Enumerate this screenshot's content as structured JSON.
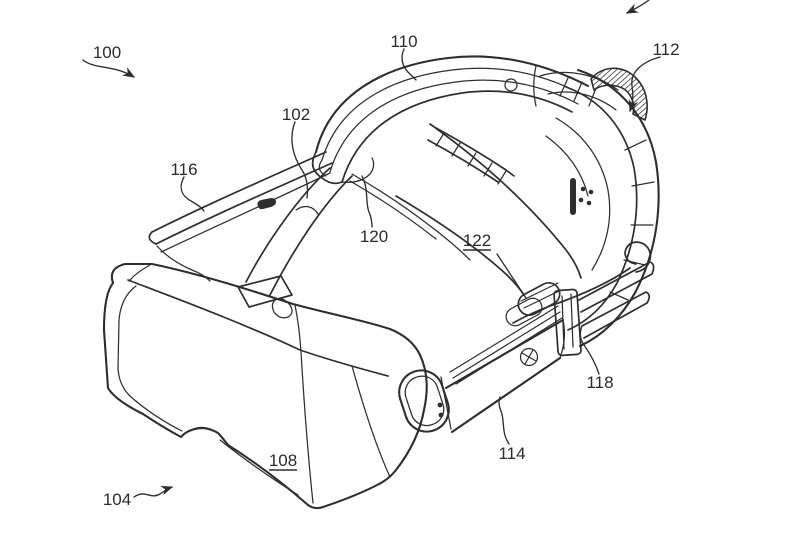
{
  "figure": {
    "description": "Patent-style line drawing of a head-mounted VR headset assembly",
    "background_color": "#ffffff",
    "line_color": "#2e2e2e",
    "label_color": "#2b2b2b",
    "labels": {
      "l100": {
        "text": "100",
        "underlined": false
      },
      "l110": {
        "text": "110",
        "underlined": false
      },
      "l112": {
        "text": "112",
        "underlined": false
      },
      "l102": {
        "text": "102",
        "underlined": false
      },
      "l116": {
        "text": "116",
        "underlined": false
      },
      "l120": {
        "text": "120",
        "underlined": false
      },
      "l122": {
        "text": "122",
        "underlined": true
      },
      "l118": {
        "text": "118",
        "underlined": false
      },
      "l114": {
        "text": "114",
        "underlined": false
      },
      "l108": {
        "text": "108",
        "underlined": true
      },
      "l104": {
        "text": "104",
        "underlined": false
      }
    }
  }
}
